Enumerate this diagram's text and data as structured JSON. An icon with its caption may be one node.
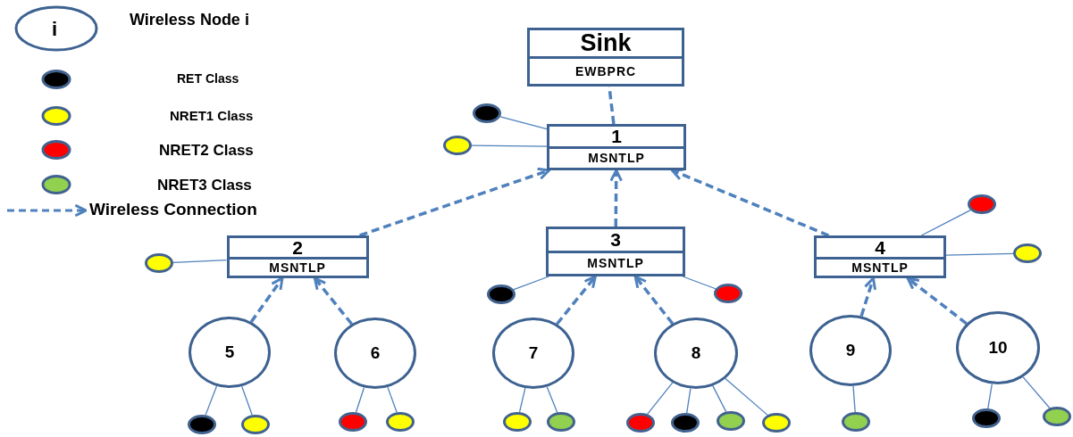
{
  "diagram": {
    "nodes": [
      {
        "text": [
          "Sink",
          "EWBPRC"
        ]
      },
      {
        "text": [
          "1",
          "MSNTLP"
        ]
      },
      {
        "text": [
          "2",
          "MSNTLP"
        ]
      },
      {
        "text": [
          "3",
          "MSNTLP"
        ]
      },
      {
        "text": [
          "4",
          "MSNTLP"
        ]
      },
      {
        "text": [
          "5"
        ]
      },
      {
        "text": [
          "6"
        ]
      },
      {
        "text": [
          "7"
        ]
      },
      {
        "text": [
          "8"
        ]
      },
      {
        "text": [
          "9"
        ]
      },
      {
        "text": [
          "10"
        ]
      },
      {
        "text": [],
        "shape": "circle"
      },
      {
        "text": [],
        "shape": "circle"
      },
      {
        "text": [],
        "shape": "circle"
      },
      {
        "text": [],
        "shape": "circle"
      },
      {
        "text": [],
        "shape": "circle"
      },
      {
        "text": [],
        "shape": "circle"
      },
      {
        "text": [],
        "shape": "circle"
      },
      {
        "text": [],
        "shape": "circle"
      },
      {
        "text": [],
        "shape": "circle"
      },
      {
        "text": [],
        "shape": "circle"
      },
      {
        "text": [],
        "shape": "circle"
      },
      {
        "text": [],
        "shape": "circle"
      },
      {
        "text": [],
        "shape": "circle"
      },
      {
        "text": [],
        "shape": "circle"
      },
      {
        "text": [],
        "shape": "circle"
      },
      {
        "text": [],
        "shape": "circle"
      },
      {
        "text": [],
        "shape": "circle"
      },
      {
        "text": [],
        "shape": "circle"
      },
      {
        "text": [],
        "shape": "circle"
      },
      {
        "text": [],
        "shape": "circle"
      }
    ],
    "edges": [
      {
        "from": 1,
        "to": 0,
        "arrow": "none",
        "style": "dashed"
      },
      {
        "from": 2,
        "to": 1,
        "arrow": "to",
        "style": "dashed"
      },
      {
        "from": 3,
        "to": 1,
        "arrow": "to",
        "style": "dashed"
      },
      {
        "from": 4,
        "to": 1,
        "arrow": "to",
        "style": "dashed"
      },
      {
        "from": 5,
        "to": 2,
        "arrow": "to",
        "style": "dashed"
      },
      {
        "from": 6,
        "to": 2,
        "arrow": "to",
        "style": "dashed"
      },
      {
        "from": 7,
        "to": 3,
        "arrow": "to",
        "style": "dashed"
      },
      {
        "from": 8,
        "to": 3,
        "arrow": "to",
        "style": "dashed"
      },
      {
        "from": 9,
        "to": 4,
        "arrow": "to",
        "style": "dashed"
      },
      {
        "from": 10,
        "to": 4,
        "arrow": "to",
        "style": "dashed"
      },
      {
        "from": 11,
        "to": 1,
        "arrow": "none"
      },
      {
        "from": 12,
        "to": 1,
        "arrow": "none"
      },
      {
        "from": 13,
        "to": 4,
        "arrow": "none"
      },
      {
        "from": 14,
        "to": 4,
        "arrow": "none"
      },
      {
        "from": 15,
        "to": 2,
        "arrow": "none"
      },
      {
        "from": 16,
        "to": 3,
        "arrow": "none"
      },
      {
        "from": 17,
        "to": 3,
        "arrow": "none"
      },
      {
        "from": 18,
        "to": 5,
        "arrow": "none"
      },
      {
        "from": 19,
        "to": 5,
        "arrow": "none"
      },
      {
        "from": 20,
        "to": 6,
        "arrow": "none"
      },
      {
        "from": 21,
        "to": 6,
        "arrow": "none"
      },
      {
        "from": 22,
        "to": 7,
        "arrow": "none"
      },
      {
        "from": 23,
        "to": 7,
        "arrow": "none"
      },
      {
        "from": 24,
        "to": 8,
        "arrow": "none"
      },
      {
        "from": 25,
        "to": 8,
        "arrow": "none"
      },
      {
        "from": 26,
        "to": 8,
        "arrow": "none"
      },
      {
        "from": 27,
        "to": 8,
        "arrow": "none"
      },
      {
        "from": 28,
        "to": 9,
        "arrow": "none"
      },
      {
        "from": 29,
        "to": 10,
        "arrow": "none"
      },
      {
        "from": 30,
        "to": 10,
        "arrow": "none"
      }
    ],
    "labels": [
      "i"
    ],
    "legend": [
      {
        "text": "Wireless Node i"
      },
      {
        "text": "RET Class",
        "color": "#000000"
      },
      {
        "text": "NRET1 Class",
        "color": "#ffff00"
      },
      {
        "text": "NRET2 Class",
        "color": "#ff0000"
      },
      {
        "text": "NRET3 Class",
        "color": "#92d050"
      },
      {
        "text": "Wireless Connection"
      }
    ]
  }
}
